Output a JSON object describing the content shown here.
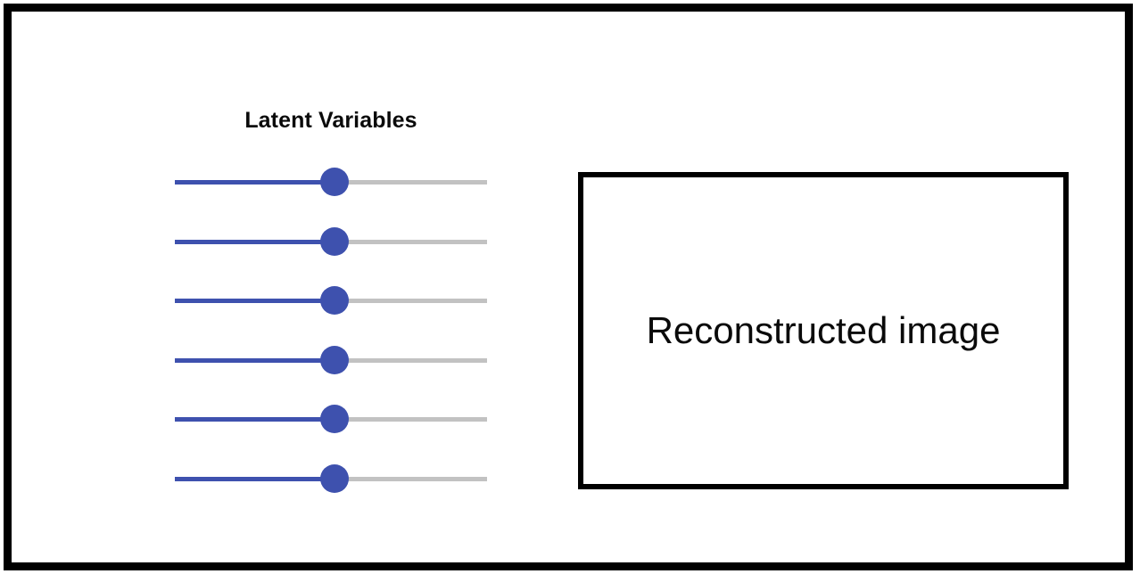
{
  "figure": {
    "title": "Latent Variables",
    "background_color": "#ffffff",
    "border_color": "#000000"
  },
  "latent_panel": {
    "heading": "Latent Variables",
    "accent_color": "#3e51ae",
    "track_color": "#c2c2c2",
    "slider_count": 6,
    "sliders": [
      {
        "name": "latent-slider-1",
        "value_percent": 51
      },
      {
        "name": "latent-slider-2",
        "value_percent": 51
      },
      {
        "name": "latent-slider-3",
        "value_percent": 51
      },
      {
        "name": "latent-slider-4",
        "value_percent": 51
      },
      {
        "name": "latent-slider-5",
        "value_percent": 51
      },
      {
        "name": "latent-slider-6",
        "value_percent": 51
      }
    ]
  },
  "reconstruction": {
    "label": "Reconstructed image",
    "border_color": "#000000",
    "background_color": "#ffffff"
  }
}
